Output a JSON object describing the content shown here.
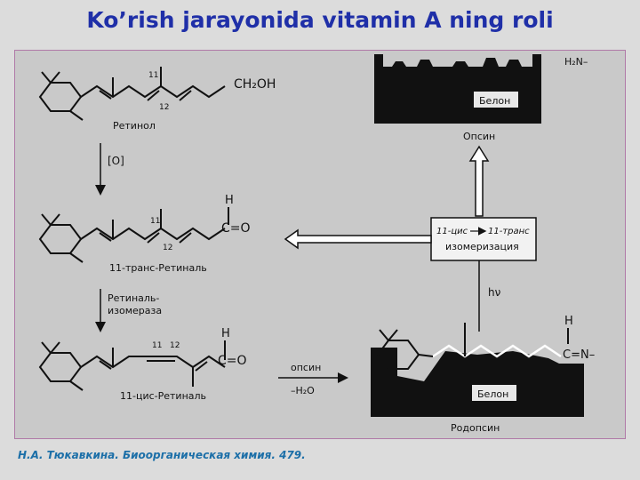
{
  "slide": {
    "title": "Ko’rish jarayonida vitamin A ning roli",
    "source": "Н.А. Тюкавкина. Биоорганическая химия. 479."
  },
  "diagram": {
    "retinol": {
      "name": "Ретинол",
      "group": "CH₂OH",
      "n11": "11",
      "n12": "12"
    },
    "oxidation": "[O]",
    "trans_retinal": {
      "name": "11-транс-Ретиналь",
      "h": "H",
      "co": "C=O",
      "n11": "11",
      "n12": "12"
    },
    "isomerase": [
      "Ретиналь-",
      "изомераза"
    ],
    "cis_retinal": {
      "name": "11-цис-Ретиналь",
      "h": "H",
      "co": "C=O",
      "n11": "11",
      "n12": "12"
    },
    "opsin_step": {
      "top": "опсин",
      "bottom": "–H₂O"
    },
    "opsin": {
      "protein": "Белон",
      "amine": "H₂N–",
      "caption": "Опсин"
    },
    "isomerization": {
      "line1_a": "11-цис",
      "line1_b": "11-транс",
      "line2": "изомеризация"
    },
    "light": "hν",
    "rhodopsin": {
      "protein": "Белон",
      "h": "H",
      "schiff": "C=N–",
      "caption": "Родопсин"
    }
  },
  "colors": {
    "title": "#1f2fa8",
    "source": "#1c6fa8",
    "panel": "#c9c9c9",
    "protein": "#111111"
  }
}
